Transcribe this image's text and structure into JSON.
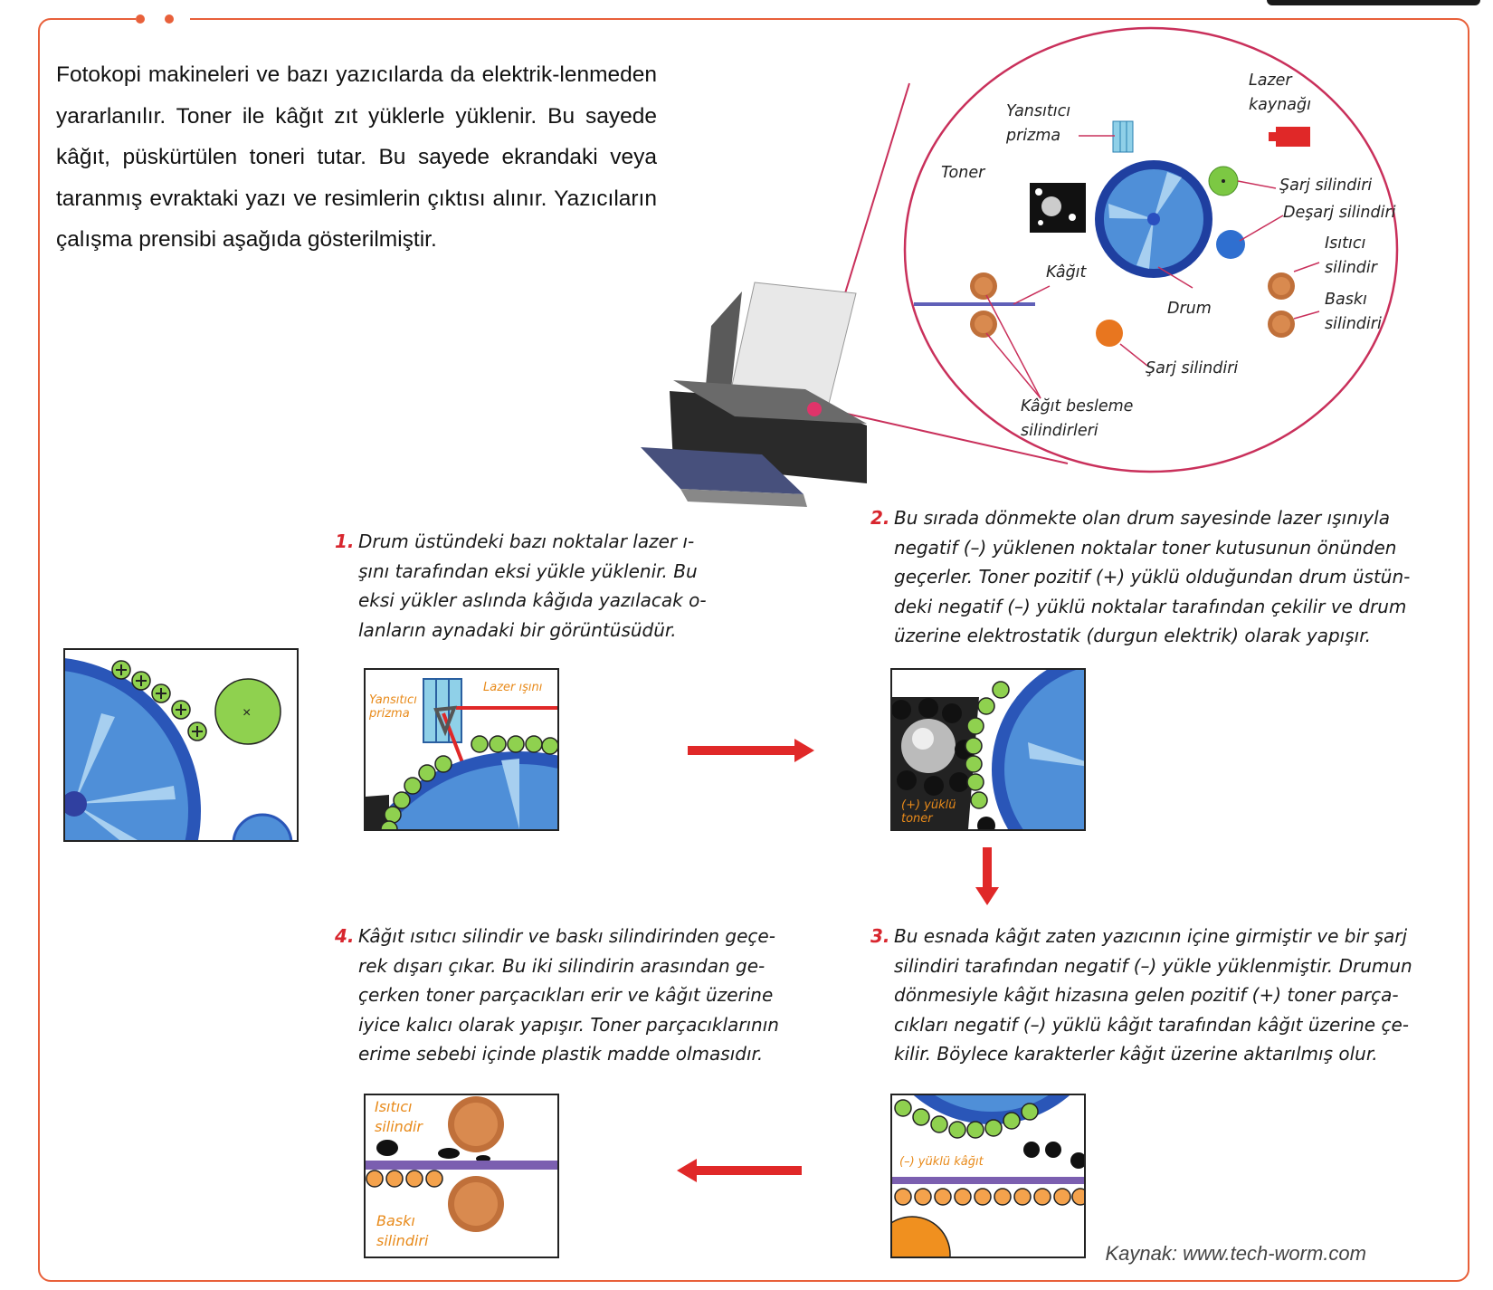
{
  "intro_text": "Fotokopi makineleri ve bazı yazıcılarda da elektrik-lenmeden yararlanılır. Toner ile kâğıt zıt yüklerle yüklenir. Bu sayede kâğıt, püskürtülen toneri tutar. Bu sayede ekrandaki veya taranmış evraktaki yazı ve resimlerin çıktısı alınır. Yazıcıların çalışma prensibi aşağıda gösterilmiştir.",
  "diagram_labels": {
    "lazer_kaynagi": "Lazer\nkaynağı",
    "yansitici_prizma": "Yansıtıcı\nprizma",
    "toner": "Toner",
    "sarj_silindiri_top": "Şarj silindiri",
    "desarj_silindiri": "Deşarj silindiri",
    "isitici_silindir": "Isıtıcı\nsilindir",
    "baski_silindiri": "Baskı\nsilindiri",
    "kagit": "Kâğıt",
    "drum": "Drum",
    "sarj_silindiri_bottom": "Şarj silindiri",
    "kagit_besleme": "Kâğıt besleme\nsilindirleri"
  },
  "steps": [
    {
      "num": "1.",
      "text": "Drum üstündeki bazı noktalar lazer ı-\nşını tarafından eksi yükle yüklenir. Bu\neksi yükler aslında kâğıda yazılacak o-\nlanların aynadaki bir görüntüsüdür."
    },
    {
      "num": "2.",
      "text": "Bu sırada dönmekte olan drum sayesinde lazer ışınıyla\nnegatif (–) yüklenen noktalar toner kutusunun önünden\ngeçerler. Toner pozitif (+) yüklü olduğundan drum üstün-\ndeki negatif (–) yüklü noktalar tarafından çekilir ve drum\nüzerine elektrostatik (durgun elektrik) olarak yapışır."
    },
    {
      "num": "3.",
      "text": "Bu esnada kâğıt zaten yazıcının içine girmiştir ve bir şarj\nsilindiri tarafından negatif (–) yükle yüklenmiştir. Drumun\ndönmesiyle kâğıt hizasına gelen pozitif (+) toner parça-\ncıkları negatif (–) yüklü kâğıt tarafından kâğıt üzerine çe-\nkilir. Böylece karakterler kâğıt üzerine aktarılmış olur."
    },
    {
      "num": "4.",
      "text": "Kâğıt ısıtıcı silindir ve baskı silindirinden geçe-\nrek dışarı çıkar. Bu iki silindirin arasından ge-\nçerken toner parçacıkları erir ve kâğıt üzerine\niyice kalıcı olarak yapışır. Toner parçacıklarının\nerime sebebi içinde plastik madde olmasıdır."
    }
  ],
  "panel_labels": {
    "yansitici_prizma": "Yansıtıcı\nprizma",
    "lazer_isini": "Lazer ışını",
    "arti_yuklu_toner": "(+) yüklü\ntoner",
    "eksi_yuklu_kagit": "(–) yüklü kâğıt",
    "isitici_silindir": "Isıtıcı\nsilindir",
    "baski_silindiri": "Baskı\nsilindiri"
  },
  "source": "Kaynak: www.tech-worm.com",
  "colors": {
    "accent": "#e8603a",
    "step_number": "#d8262e",
    "drum_blue": "#3a78c8",
    "plus_green": "#8fd14f",
    "orange_label": "#e88a1a",
    "arrow_red": "#e02828"
  }
}
